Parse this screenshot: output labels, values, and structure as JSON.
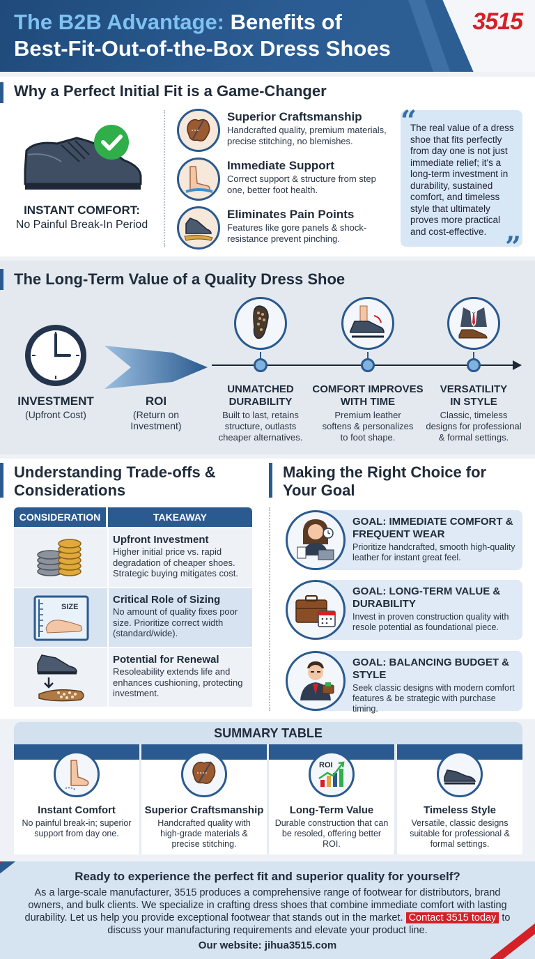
{
  "header": {
    "title_accent": "The B2B Advantage:",
    "title_rest": " Benefits of",
    "title_line2": "Best-Fit-Out-of-the-Box Dress Shoes",
    "logo": "3515"
  },
  "section1": {
    "title": "Why a Perfect Initial Fit is a Game-Changer",
    "left_caption_title": "INSTANT COMFORT:",
    "left_caption_sub": "No Painful Break-In Period",
    "features": [
      {
        "title": "Superior Craftsmanship",
        "desc": "Handcrafted quality, premium materials, precise stitching, no blemishes.",
        "icon": "leather-needle-icon"
      },
      {
        "title": "Immediate Support",
        "desc": "Correct support & structure from step one, better foot health.",
        "icon": "foot-insole-icon"
      },
      {
        "title": "Eliminates Pain Points",
        "desc": "Features like gore panels & shock-resistance prevent pinching.",
        "icon": "shoe-sole-icon"
      }
    ],
    "quote": "The real value of a dress shoe that fits perfectly from day one is not just immediate relief; it's a long-term investment in durability, sustained comfort, and timeless style that ultimately proves more practical and cost-effective."
  },
  "section2": {
    "title": "The Long-Term Value of a Quality Dress Shoe",
    "investment_title": "INVESTMENT",
    "investment_sub": "(Upfront Cost)",
    "roi_title": "ROI",
    "roi_sub1": "(Return on",
    "roi_sub2": "Investment)",
    "milestones": [
      {
        "title1": "UNMATCHED",
        "title2": "DURABILITY",
        "desc": [
          "Built to last, retains",
          "structure, outlasts",
          "cheaper alternatives."
        ],
        "icon": "shoe-sole-icon"
      },
      {
        "title1": "COMFORT IMPROVES",
        "title2": "WITH TIME",
        "desc": [
          "Premium leather",
          "softens & personalizes",
          "to foot shape."
        ],
        "icon": "foot-in-shoe-icon"
      },
      {
        "title1": "VERSATILITY",
        "title2": "IN STYLE",
        "desc": [
          "Classic, timeless",
          "designs for professional",
          "& formal settings."
        ],
        "icon": "suit-shoe-icon"
      }
    ]
  },
  "section3": {
    "title1": "Understanding Trade-offs &",
    "title2": "Considerations",
    "col_consideration": "CONSIDERATION",
    "col_takeaway": "TAKEAWAY",
    "rows": [
      {
        "title": "Upfront Investment",
        "desc": "Higher initial price vs. rapid degradation of cheaper shoes. Strategic buying mitigates cost.",
        "icon": "coins-icon"
      },
      {
        "title": "Critical Role of Sizing",
        "desc": "No amount of quality fixes poor size. Prioritize correct width (standard/wide).",
        "icon": "size-gauge-icon",
        "size_label": "SIZE"
      },
      {
        "title": "Potential for Renewal",
        "desc": "Resoleability extends life and enhances cushioning, protecting investment.",
        "icon": "resole-icon"
      }
    ]
  },
  "section4": {
    "title1": "Making the Right Choice for",
    "title2": "Your Goal",
    "goals": [
      {
        "title": "GOAL: IMMEDIATE COMFORT & FREQUENT WEAR",
        "desc": "Prioritize handcrafted, smooth high-quality leather for instant great feel.",
        "icon": "woman-laptop-icon"
      },
      {
        "title": "GOAL: LONG-TERM VALUE & DURABILITY",
        "desc": "Invest in proven construction quality with resole potential as foundational piece.",
        "icon": "briefcase-calendar-icon"
      },
      {
        "title": "GOAL: BALANCING BUDGET & STYLE",
        "desc": "Seek classic designs with modern comfort features & be strategic with purchase timing.",
        "icon": "man-wallet-icon"
      }
    ]
  },
  "summary": {
    "title": "SUMMARY TABLE",
    "items": [
      {
        "title": "Instant Comfort",
        "desc": "No painful break-in; superior support from day one.",
        "icon": "foot-icon"
      },
      {
        "title": "Superior Craftsmanship",
        "desc": "Handcrafted quality with high-grade materials & precise stitching.",
        "icon": "leather-needle-icon"
      },
      {
        "title": "Long-Term Value",
        "desc": "Durable construction that can be resoled, offering better ROI.",
        "icon": "roi-chart-icon",
        "icon_text": "ROI"
      },
      {
        "title": "Timeless Style",
        "desc": "Versatile, classic designs suitable for professional & formal settings.",
        "icon": "dress-shoe-icon"
      }
    ]
  },
  "footer": {
    "headline": "Ready to experience the perfect fit and superior quality for yourself?",
    "body": "As a large-scale manufacturer, 3515 produces a comprehensive range of footwear for distributors, brand owners, and bulk clients. We specialize in crafting dress shoes that combine immediate comfort with lasting durability. Let us help you provide exceptional footwear that stands out in the market.",
    "cta": "Contact 3515 today",
    "cta_rest": " to discuss your manufacturing requirements and elevate your product line.",
    "website": "Our website: jihua3515.com"
  },
  "colors": {
    "navy": "#2a5a8f",
    "header_blue": "#1f4a7a",
    "accent_light_blue": "#7fc2f2",
    "brand_red": "#d42027",
    "check_green": "#2fae4a"
  }
}
